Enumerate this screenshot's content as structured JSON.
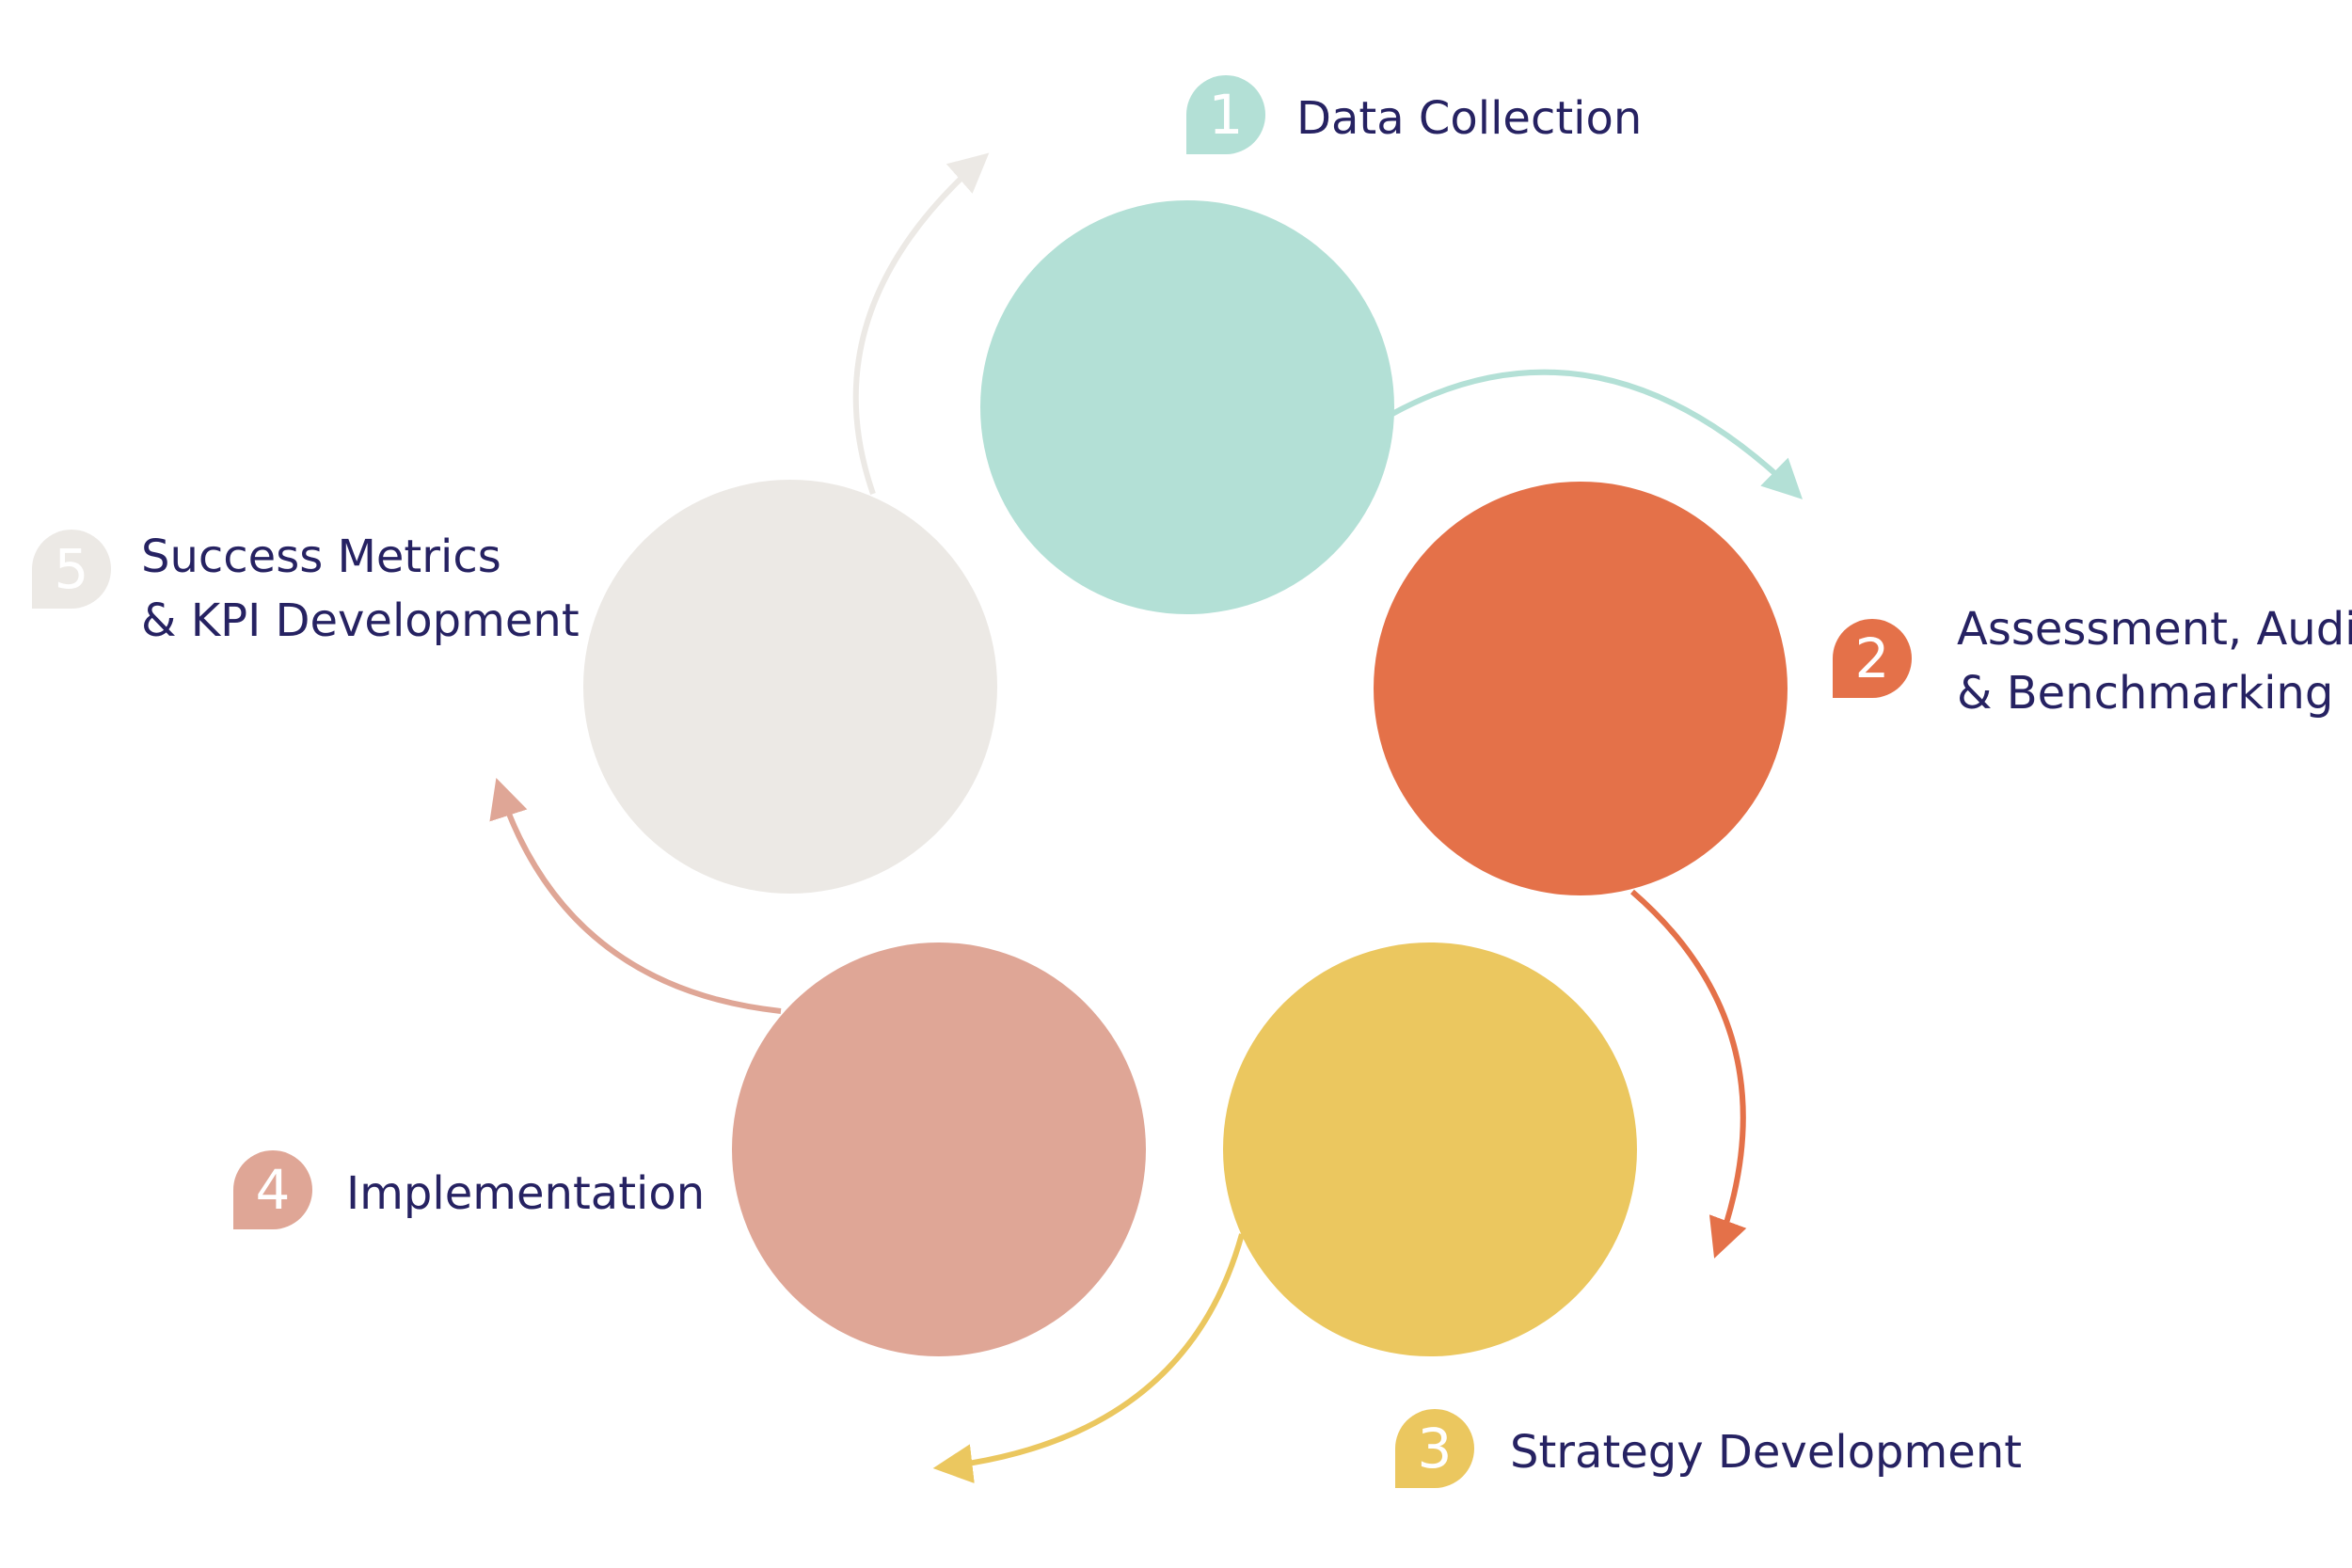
{
  "steps": [
    {
      "number": "1",
      "label_lines": [
        "Data Collection"
      ],
      "color": "#b3e0d6",
      "badge_color": "#b3e0d6"
    },
    {
      "number": "2",
      "label_lines": [
        "Assessment, Audit",
        "& Benchmarking"
      ],
      "color": "#e47149",
      "badge_color": "#e47149"
    },
    {
      "number": "3",
      "label_lines": [
        "Strategy Development"
      ],
      "color": "#ebc75f",
      "badge_color": "#ebc75f"
    },
    {
      "number": "4",
      "label_lines": [
        "Implementation"
      ],
      "color": "#dfa696",
      "badge_color": "#dfa696"
    },
    {
      "number": "5",
      "label_lines": [
        "Success Metrics",
        "& KPI Development"
      ],
      "color": "#ece9e5",
      "badge_color": "#ece9e5"
    }
  ],
  "arrows": [
    {
      "from": "1",
      "to": "2",
      "color": "#b3e0d6"
    },
    {
      "from": "2",
      "to": "3",
      "color": "#e47149"
    },
    {
      "from": "3",
      "to": "4",
      "color": "#ebc75f"
    },
    {
      "from": "4",
      "to": "5",
      "color": "#dfa696"
    },
    {
      "from": "5",
      "to": "1",
      "color": "#ece9e5"
    }
  ],
  "text_color": "#262262",
  "badge_icon": "teardrop-badge-icon"
}
